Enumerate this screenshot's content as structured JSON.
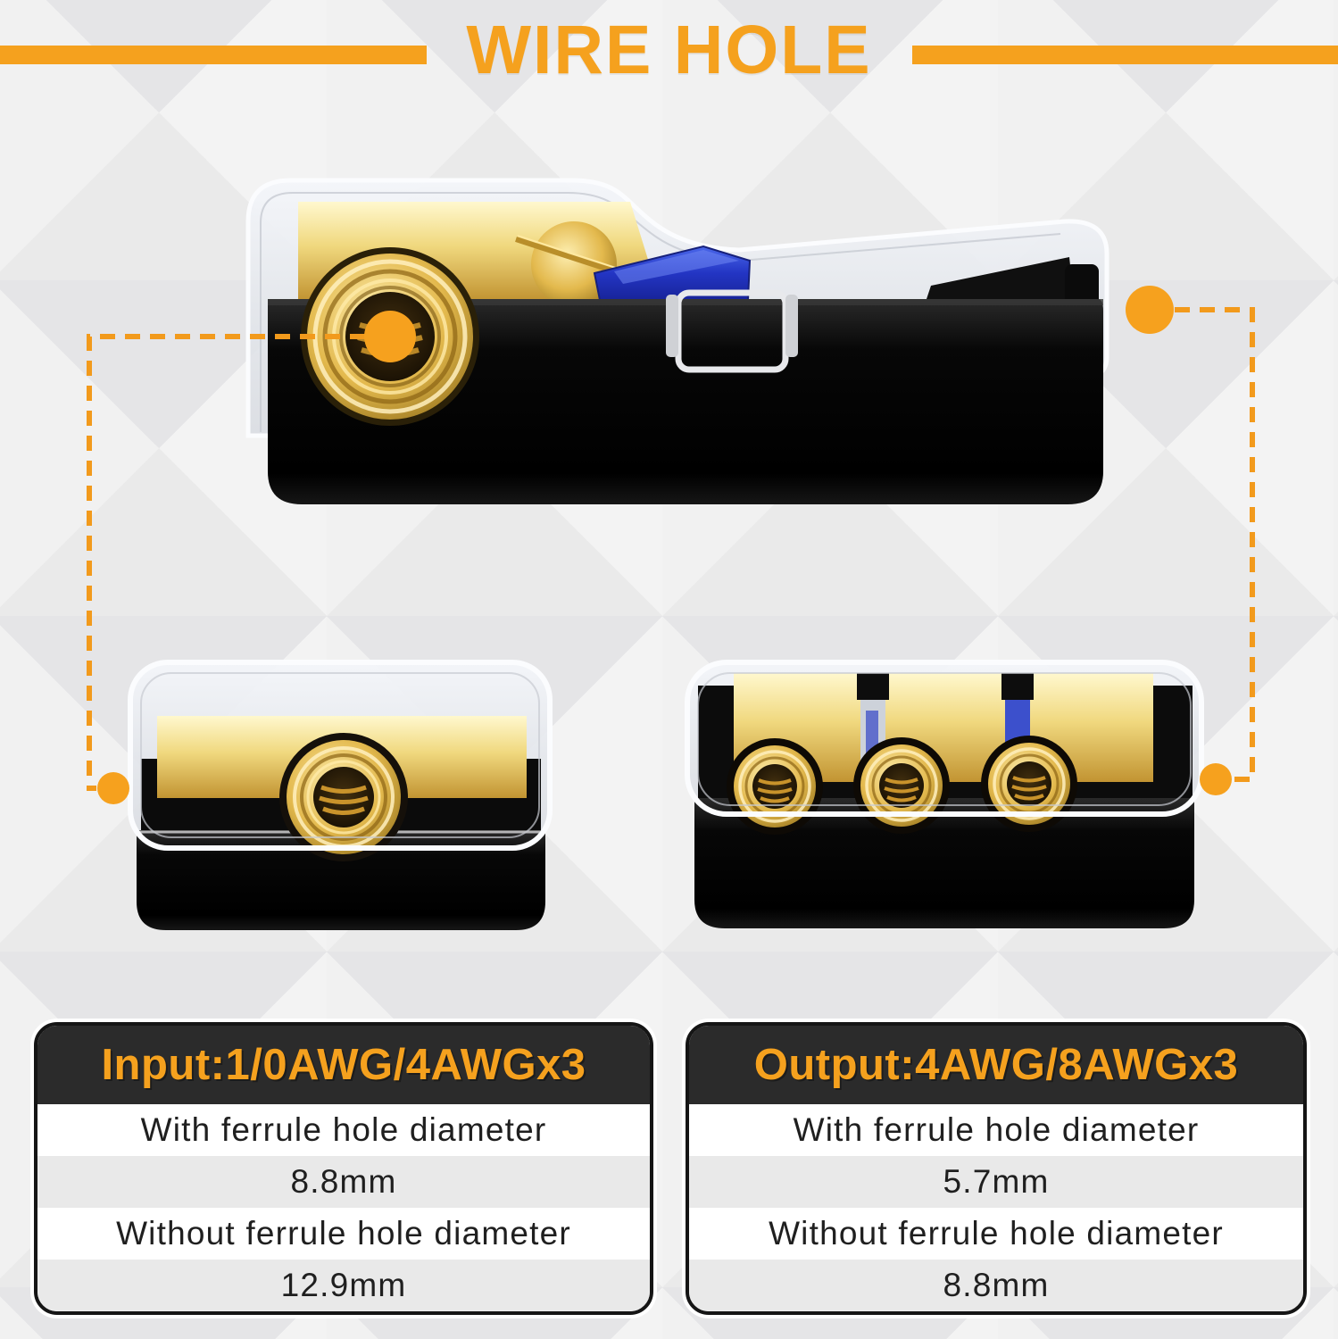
{
  "title": "WIRE HOLE",
  "colors": {
    "accent_orange": "#F5A11E",
    "table_header_bg": "#2B2B2B",
    "table_row_alt_bg": "#E9E9E9",
    "table_row_bg": "#FFFFFF"
  },
  "photos": {
    "side_view": "fuse distribution block side view with input wire hole marked",
    "input_end_view": "single input hole end view",
    "output_end_view": "three output holes end view"
  },
  "tables": {
    "input": {
      "header": "Input:1/0AWG/4AWGx3",
      "rows": [
        "With ferrule hole diameter",
        "8.8mm",
        "Without ferrule hole diameter",
        "12.9mm"
      ]
    },
    "output": {
      "header": "Output:4AWG/8AWGx3",
      "rows": [
        "With ferrule hole diameter",
        "5.7mm",
        "Without ferrule hole diameter",
        "8.8mm"
      ]
    }
  }
}
